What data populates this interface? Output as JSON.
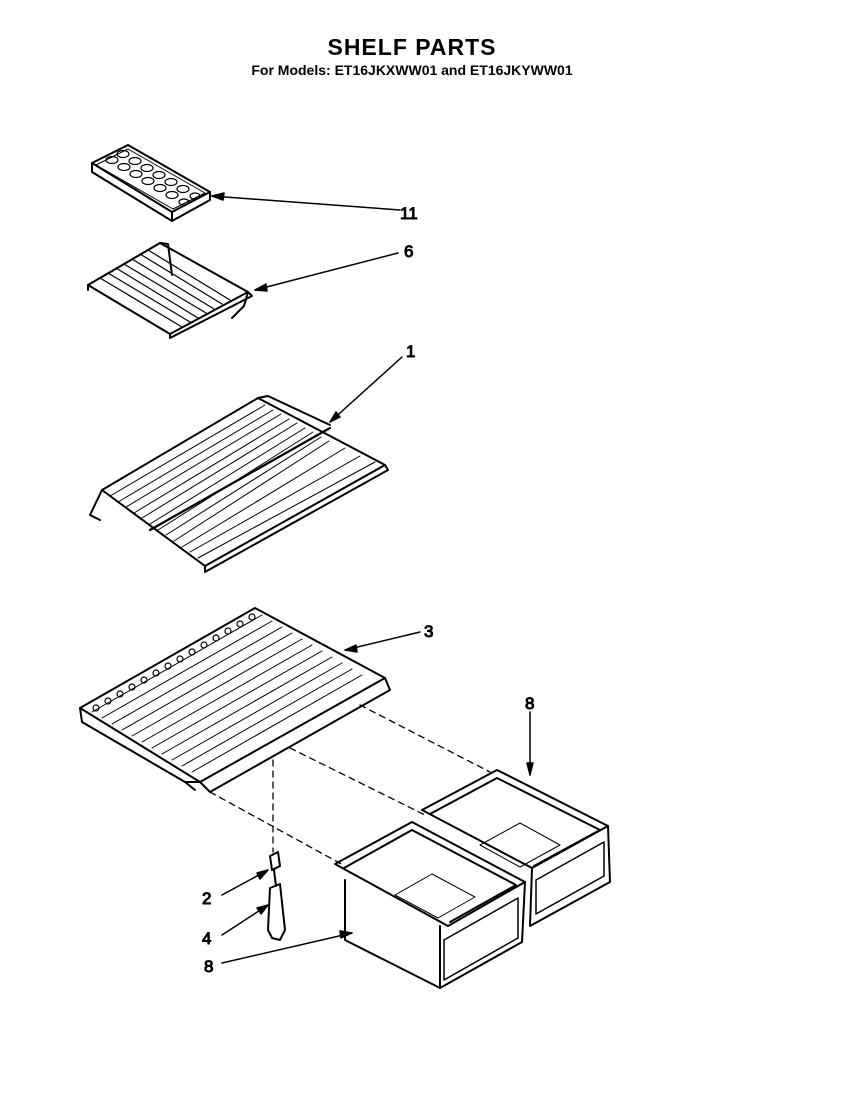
{
  "header": {
    "title": "SHELF PARTS",
    "subtitle": "For Models: ET16JKXWW01 and ET16JKYWW01"
  },
  "callouts": [
    {
      "id": "c11",
      "label": "11",
      "part": "ice-cube-tray"
    },
    {
      "id": "c6",
      "label": "6",
      "part": "small-wire-shelf"
    },
    {
      "id": "c1",
      "label": "1",
      "part": "wire-shelf"
    },
    {
      "id": "c3",
      "label": "3",
      "part": "crisper-cover-shelf"
    },
    {
      "id": "c8a",
      "label": "8",
      "part": "crisper-pan-right"
    },
    {
      "id": "c2",
      "label": "2",
      "part": "shelf-support-clip"
    },
    {
      "id": "c4",
      "label": "4",
      "part": "shelf-support-post"
    },
    {
      "id": "c8b",
      "label": "8",
      "part": "crisper-pan-left"
    }
  ],
  "colors": {
    "ink": "#000000",
    "paper": "#ffffff"
  }
}
